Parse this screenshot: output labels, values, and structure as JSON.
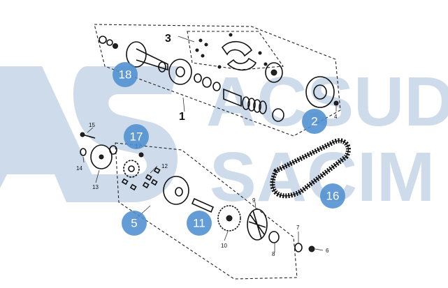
{
  "watermark": {
    "line1": "ACSUD",
    "line2": "SACIM"
  },
  "callouts": [
    {
      "id": "callout-1",
      "text": "1"
    },
    {
      "id": "callout-3",
      "text": "3"
    }
  ],
  "part_numbers": [
    {
      "id": "pn-15",
      "text": "15"
    },
    {
      "id": "pn-14",
      "text": "14"
    },
    {
      "id": "pn-13",
      "text": "13"
    },
    {
      "id": "pn-17",
      "text": "17"
    },
    {
      "id": "pn-12",
      "text": "12"
    },
    {
      "id": "pn-10",
      "text": "10"
    },
    {
      "id": "pn-9",
      "text": "9"
    },
    {
      "id": "pn-8",
      "text": "8"
    },
    {
      "id": "pn-7",
      "text": "7"
    },
    {
      "id": "pn-6",
      "text": "6"
    },
    {
      "id": "pn-4",
      "text": "4"
    }
  ],
  "badges": [
    {
      "id": "badge-18",
      "text": "18"
    },
    {
      "id": "badge-2",
      "text": "2"
    },
    {
      "id": "badge-17",
      "text": "17"
    },
    {
      "id": "badge-16",
      "text": "16"
    },
    {
      "id": "badge-5",
      "text": "5"
    },
    {
      "id": "badge-11",
      "text": "11"
    }
  ],
  "colors": {
    "badge": "#4e8fd0",
    "watermark": "#cddbea",
    "ink": "#111111"
  }
}
